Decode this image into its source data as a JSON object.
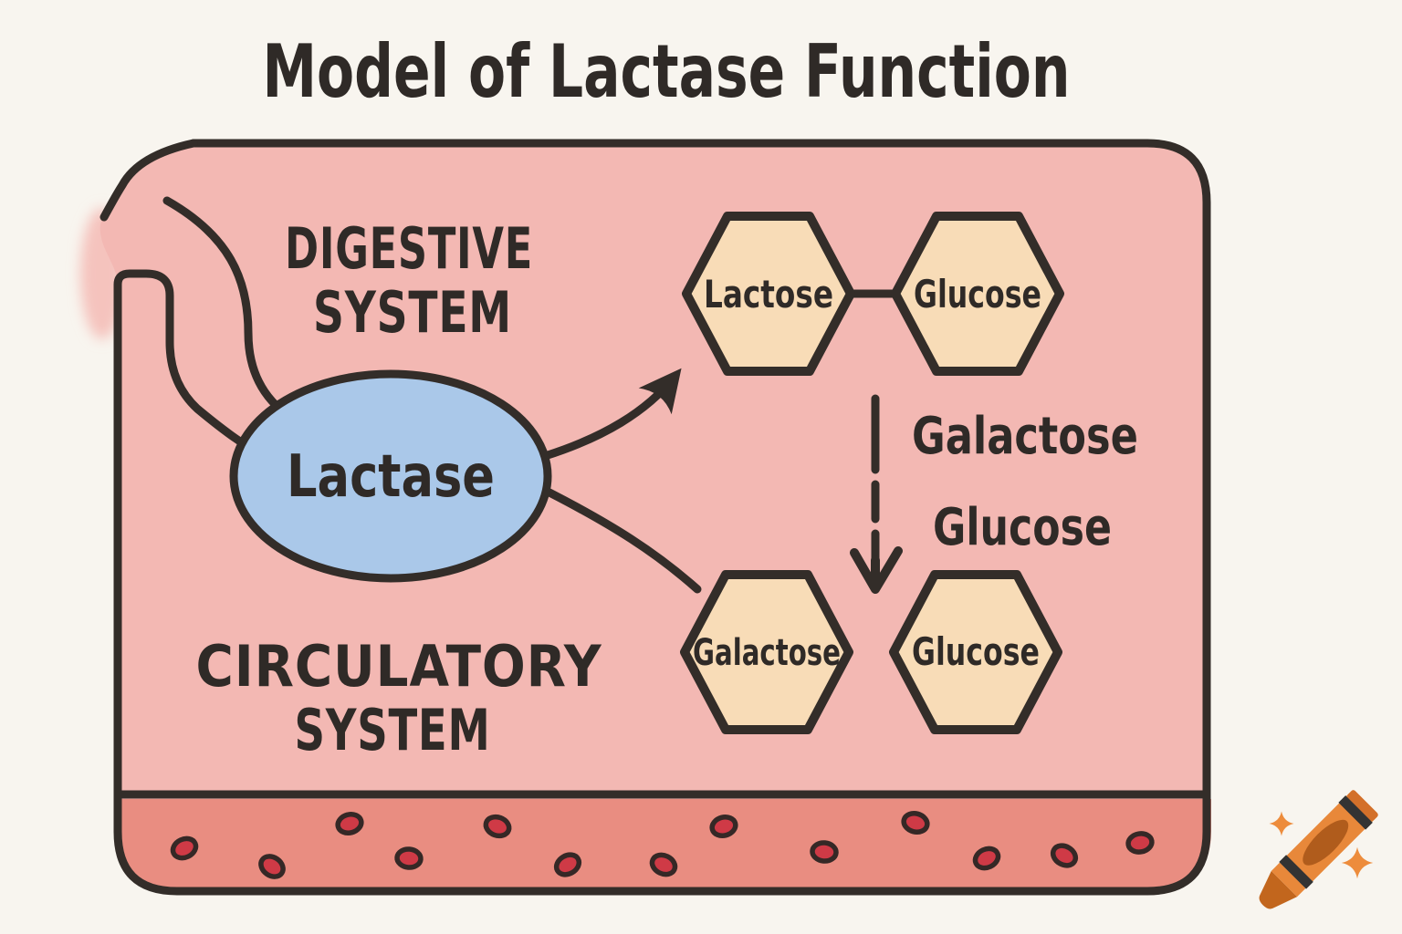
{
  "title": "Model of Lactase Function",
  "labels": {
    "digestive_line1": "DIGESTIVE",
    "digestive_line2": "SYSTEM",
    "circulatory_line1": "CIRCULATORY",
    "circulatory_line2": "SYSTEM",
    "enzyme": "Lactase",
    "hexagon_top_left": "Lactose",
    "hexagon_top_right": "Glucose",
    "hexagon_bottom_left": "Galactose",
    "hexagon_bottom_right": "Glucose",
    "product_label_1": "Galactose",
    "product_label_2": "Glucose"
  },
  "colors": {
    "background": "#f8f5ef",
    "tissue_pink": "#f3b8b3",
    "vessel_salmon": "#e98d81",
    "hexagon_fill": "#f8dcb7",
    "enzyme_fill": "#aac8e9",
    "outline": "#332d29",
    "text": "#2f2a27",
    "blood_cell_red": "#cf3a46",
    "crayon_orange": "#e8883a"
  },
  "blood_cell_count": 13,
  "watermark": {
    "icon": "crayon-icon",
    "sparkle_count": 2
  }
}
